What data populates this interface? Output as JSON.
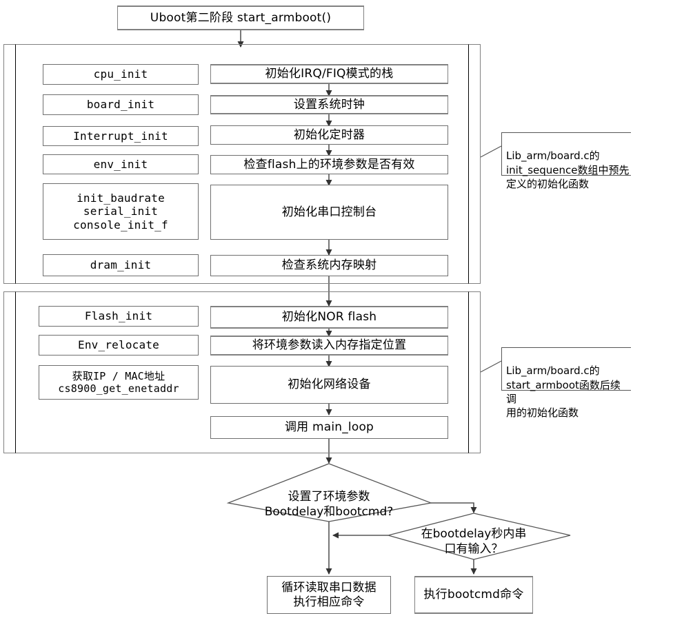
{
  "diagram": {
    "title_box": {
      "label": "Uboot第二阶段 start_armboot()"
    },
    "colors": {
      "box_border": "#6e6e6e",
      "group_border": "#808080",
      "line": "#555555",
      "text": "#000000",
      "background": "#ffffff"
    },
    "section1": {
      "functions": [
        {
          "label": "cpu_init"
        },
        {
          "label": "board_init"
        },
        {
          "label": "Interrupt_init"
        },
        {
          "label": "env_init"
        },
        {
          "label": "init_baudrate\nserial_init\nconsole_init_f"
        },
        {
          "label": "dram_init"
        }
      ],
      "actions": [
        {
          "label": "初始化IRQ/FIQ模式的栈"
        },
        {
          "label": "设置系统时钟"
        },
        {
          "label": "初始化定时器"
        },
        {
          "label": "检查flash上的环境参数是否有效"
        },
        {
          "label": "初始化串口控制台"
        },
        {
          "label": "检查系统内存映射"
        }
      ],
      "annotation": "Lib_arm/board.c的\ninit_sequence数组中预先\n定义的初始化函数"
    },
    "section2": {
      "functions": [
        {
          "label": "Flash_init"
        },
        {
          "label": "Env_relocate"
        },
        {
          "label": "获取IP / MAC地址\ncs8900_get_enetaddr"
        }
      ],
      "actions": [
        {
          "label": "初始化NOR flash"
        },
        {
          "label": "将环境参数读入内存指定位置"
        },
        {
          "label": "初始化网络设备"
        },
        {
          "label": "调用 main_loop"
        }
      ],
      "annotation": "Lib_arm/board.c的\nstart_armboot函数后续调\n用的初始化函数"
    },
    "decisions": [
      {
        "label": "设置了环境参数\nBootdelay和bootcmd?"
      },
      {
        "label": "在bootdelay秒内串\n口有输入？"
      }
    ],
    "terminals": [
      {
        "label": "循环读取串口数据\n执行相应命令"
      },
      {
        "label": "执行bootcmd命令"
      }
    ]
  }
}
